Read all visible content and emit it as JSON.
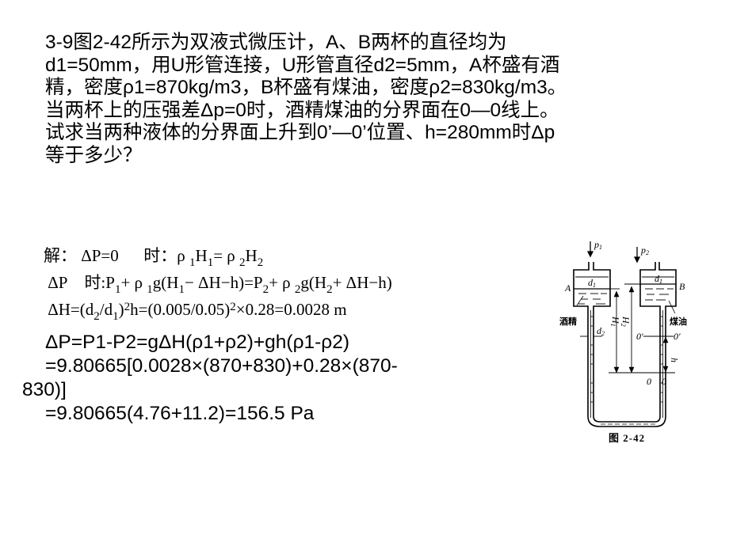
{
  "problem": {
    "lines": [
      "3-9图2-42所示为双液式微压计，A、B两杯的直径均为",
      "d1=50mm，用U形管连接，U形管直径d2=5mm，A杯盛有酒",
      "精，密度ρ1=870kg/m3，B杯盛有煤油，密度ρ2=830kg/m3。",
      "当两杯上的压强差Δp=0时，酒精煤油的分界面在0—0线上。",
      "试求当两种液体的分界面上升到0’—0’位置、h=280mm时Δp",
      "等于多少？"
    ]
  },
  "solution": {
    "line1": {
      "prefix": "解：",
      "cond": "ΔP=0",
      "when": "时：",
      "rho": "ρ",
      "s1": "1",
      "H": "H",
      "eq": "= ρ",
      "s2": "2"
    },
    "line2": {
      "cond": "ΔP",
      "when": "时:",
      "P": "P",
      "plus_rho": "+ ρ",
      "g_open": "g(H",
      "minus": "− ΔH−h)=P",
      "g2_open": "g(H",
      "end": "+ ΔH−h)",
      "one": "1",
      "two": "2"
    },
    "line3": {
      "a": "ΔH=(d",
      "slash": "/d",
      "b": ")",
      "sq": "2",
      "c": "h=(0.005/0.05)",
      "d": "×0.28=0.0028  m",
      "two": "2",
      "one": "1"
    },
    "sans_lines": [
      "ΔP=P1-P2=gΔH(ρ1+ρ2)+gh(ρ1-ρ2)",
      "=9.80665[0.0028×(870+830)+0.28×(870-",
      "830)]",
      "=9.80665(4.76+11.2)=156.5   Pa"
    ]
  },
  "figure": {
    "caption": "图 2-42",
    "labels": {
      "p1": "p",
      "p1_sub": "1",
      "p2": "p",
      "p2_sub": "2",
      "d1": "d",
      "d1_sub": "1",
      "d2": "d",
      "d2_sub": "2",
      "A": "A",
      "B": "B",
      "alcohol": "酒精",
      "kerosene": "煤油",
      "H1": "H",
      "H1_sub": "1",
      "H2": "H",
      "H2_sub": "2",
      "zero_prime_left": "0′",
      "zero_prime_right": "0′",
      "h": "h",
      "zero_left": "0",
      "zero_right": "0"
    }
  }
}
